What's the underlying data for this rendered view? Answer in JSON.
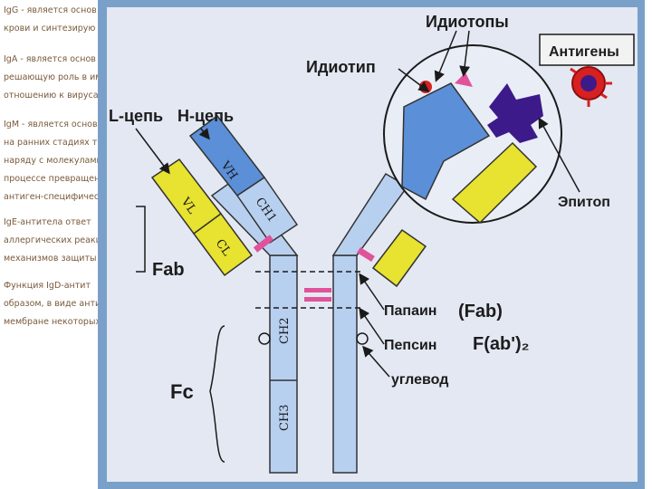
{
  "side_text": [
    {
      "lines": [
        "IgG - является основ",
        "крови и синтезирую"
      ]
    },
    {
      "lines": [
        "IgA - является основ",
        "решающую роль в им",
        "отношению к вируса"
      ]
    },
    {
      "lines": [
        "IgM - является основ",
        "на ранних стадиях т",
        "наряду с молекулами",
        "процессе превращен",
        "антиген-специфичес"
      ]
    },
    {
      "lines": [
        "IgE-антитела ответ",
        "аллергических реакц",
        "механизмов защиты"
      ]
    },
    {
      "lines": [
        "Функция IgD-антит",
        "образом, в виде анти",
        "мембране некоторых"
      ]
    }
  ],
  "diagram": {
    "labels": {
      "idiotopes": "Идиотопы",
      "antigens": "Антигены",
      "idiotype": "Идиотип",
      "l_chain": "L-цепь",
      "h_chain": "H-цепь",
      "epitope": "Эпитоп",
      "fab": "Fab",
      "papain": "Папаин",
      "papain_product": "(Fab)",
      "pepsin": "Пепсин",
      "pepsin_product": "F(ab')₂",
      "carbohydrate": "углевод",
      "fc": "Fc"
    },
    "domains": {
      "vh": "VH",
      "vl": "VL",
      "ch1": "CH1",
      "cl": "CL",
      "ch2": "CH2",
      "ch3": "CH3"
    },
    "colors": {
      "heavy_chain": "#5b8fd8",
      "light_chain": "#e8e230",
      "hinge_link": "#e0539a",
      "antigen_purple": "#3d1a8a",
      "antigen_red": "#d82020",
      "frame": "#79a0c8"
    }
  }
}
